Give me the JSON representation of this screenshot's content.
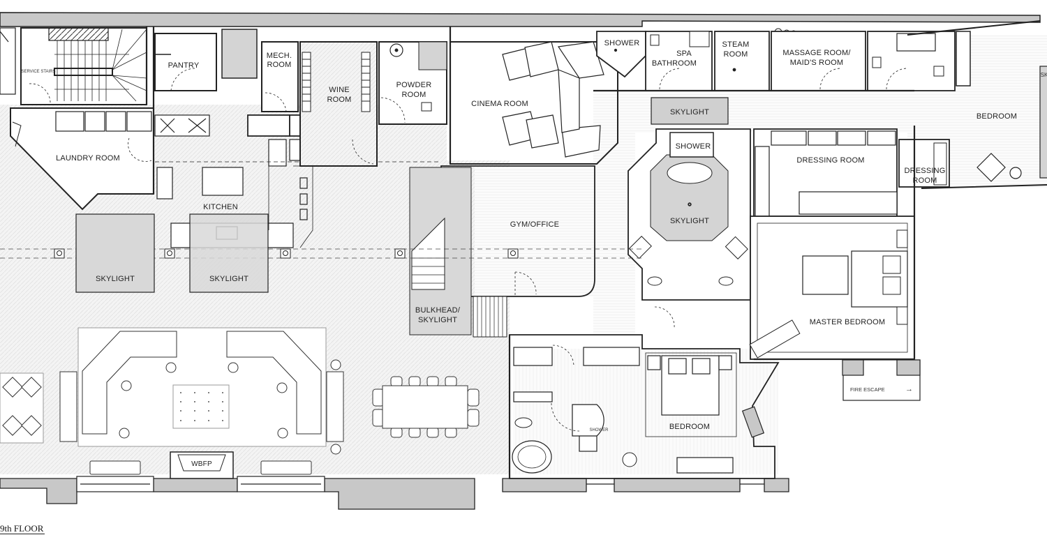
{
  "floor_plan": {
    "floor_title": "9th FLOOR",
    "colors": {
      "wall": "#222222",
      "wall_fill": "#c8c8c8",
      "skylight_fill": "#d9d9d9",
      "floor_hatch": "#eeeeee",
      "background": "#ffffff"
    },
    "rooms": {
      "service_stairs": "SERVICE STAIRS",
      "pantry": "PANTRY",
      "mech_room_1": "MECH.",
      "mech_room_2": "ROOM",
      "wine_room_1": "WINE",
      "wine_room_2": "ROOM",
      "powder_room_1": "POWDER",
      "powder_room_2": "ROOM",
      "cinema_room": "CINEMA ROOM",
      "shower_top": "SHOWER",
      "spa_bathroom_1": "SPA",
      "spa_bathroom_2": "BATHROOM",
      "steam_room_1": "STEAM",
      "steam_room_2": "ROOM",
      "massage_room_1": "MASSAGE ROOM/",
      "massage_room_2": "MAID'S ROOM",
      "bedroom_east": "BEDROOM",
      "laundry_room": "LAUNDRY ROOM",
      "kitchen": "KITCHEN",
      "skylight_corridor": "SKYLIGHT",
      "shower_master": "SHOWER",
      "dressing_room_master": "DRESSING ROOM",
      "dressing_room_east_1": "DRESSING",
      "dressing_room_east_2": "ROOM",
      "skylight_master_bath": "SKYLIGHT",
      "gym_office": "GYM/OFFICE",
      "skylight_left": "SKYLIGHT",
      "skylight_kitchen": "SKYLIGHT",
      "bulkhead_1": "BULKHEAD/",
      "bulkhead_2": "SKYLIGHT",
      "master_bedroom": "MASTER BEDROOM",
      "bedroom_south": "BEDROOM",
      "shower_south": "SHOWER",
      "wbfp": "WBFP",
      "fire_escape": "FIRE ESCAPE",
      "skylight_far_east": "SK"
    },
    "icons": {
      "fire_escape_arrow": "→"
    }
  }
}
